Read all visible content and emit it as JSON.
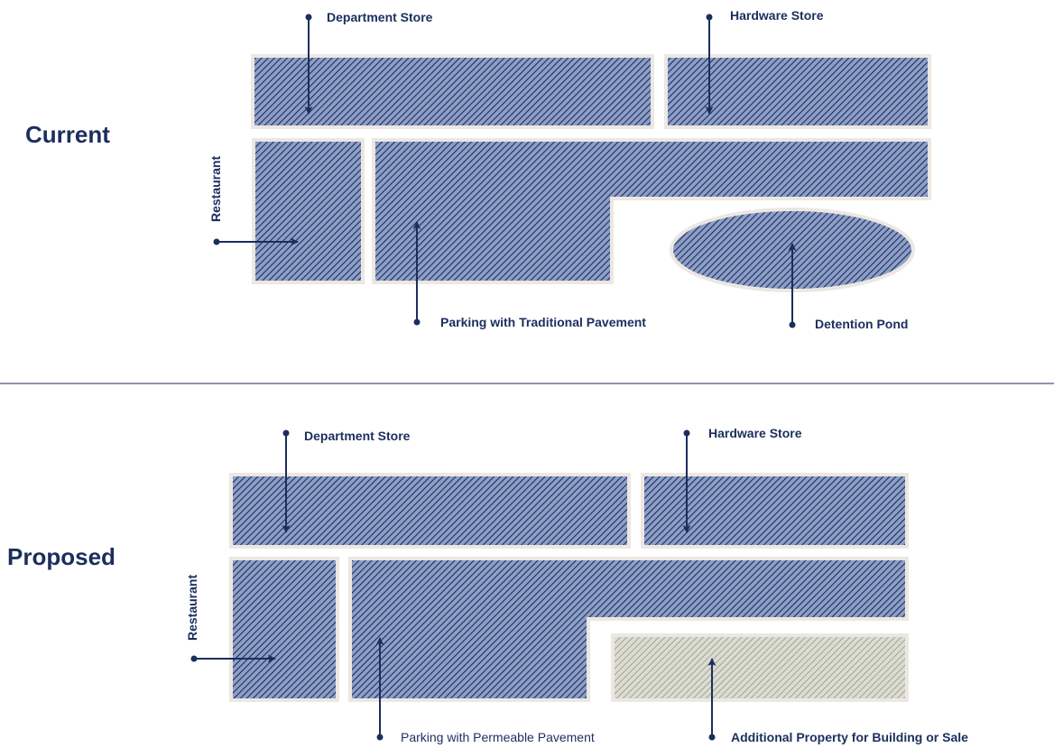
{
  "colors": {
    "navy": "#1b2e5e",
    "hatch_fill": "#8e9fc6",
    "hatch_line": "#1b2e5e",
    "gray_fill": "#d3d5c9",
    "gray_line": "#9a9d8c",
    "outline": "#ece7e2",
    "divider": "#1b2e5e"
  },
  "current": {
    "heading": "Current",
    "labels": {
      "department_store": "Department Store",
      "hardware_store": "Hardware Store",
      "restaurant": "Restaurant",
      "parking": "Parking with Traditional Pavement",
      "detention_pond": "Detention Pond"
    }
  },
  "proposed": {
    "heading": "Proposed",
    "labels": {
      "department_store": "Department Store",
      "hardware_store": "Hardware Store",
      "restaurant": "Restaurant",
      "parking": "Parking with Permeable Pavement",
      "additional_property": "Additional Property for Building or Sale"
    }
  },
  "icons": [
    "callout-arrow-icon",
    "callout-dot-icon"
  ]
}
